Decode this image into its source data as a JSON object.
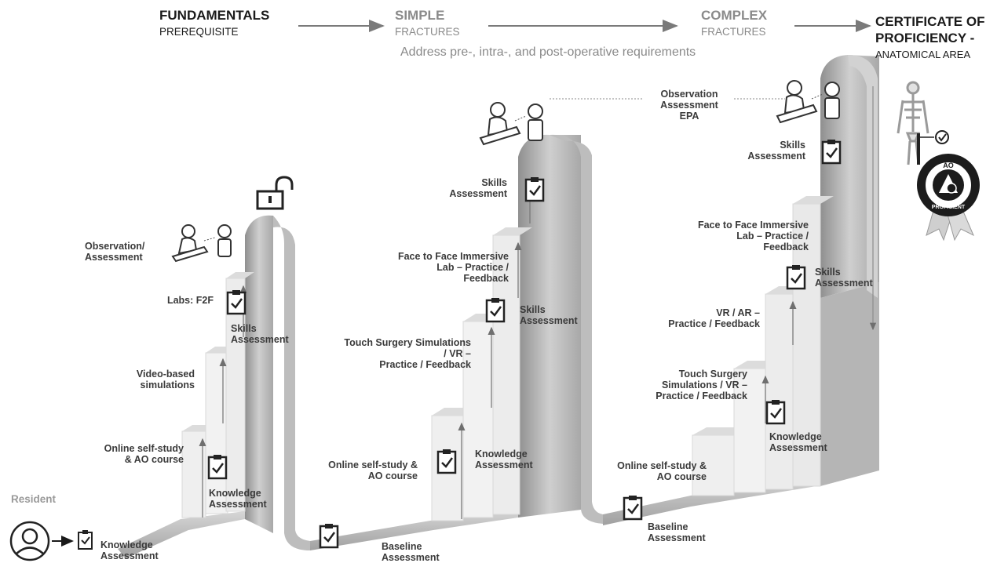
{
  "header": {
    "fundamentals": {
      "title": "FUNDAMENTALS",
      "subtitle": "PREREQUISITE"
    },
    "simple": {
      "title": "SIMPLE",
      "subtitle": "FRACTURES"
    },
    "complex": {
      "title": "COMPLEX",
      "subtitle": "FRACTURES"
    },
    "certificate": {
      "title_line1": "CERTIFICATE OF",
      "title_line2": "PROFICIENCY -",
      "subtitle": "ANATOMICAL AREA"
    },
    "address_note": "Address pre-, intra-, and post-operative requirements"
  },
  "resident": {
    "label": "Resident"
  },
  "start": {
    "line1": "Knowledge",
    "line2": "Assessment"
  },
  "fundamentals": {
    "step_online": {
      "line1": "Online self-study",
      "line2": "& AO course"
    },
    "step_video": {
      "line1": "Video-based",
      "line2": "simulations"
    },
    "step_labs": {
      "line1": "Labs: F2F"
    },
    "knowledge": {
      "line1": "Knowledge",
      "line2": "Assessment"
    },
    "skills": {
      "line1": "Skills",
      "line2": "Assessment"
    },
    "observation": {
      "line1": "Observation/",
      "line2": "Assessment"
    }
  },
  "simple": {
    "baseline": {
      "line1": "Baseline",
      "line2": "Assessment"
    },
    "step_online": {
      "line1": "Online self-study &",
      "line2": "AO course"
    },
    "knowledge": {
      "line1": "Knowledge",
      "line2": "Assessment"
    },
    "step_touch": {
      "line1": "Touch Surgery Simulations",
      "line2": "/ VR –",
      "line3": "Practice / Feedback"
    },
    "skills_mid": {
      "line1": "Skills",
      "line2": "Assessment"
    },
    "step_f2f": {
      "line1": "Face to Face Immersive",
      "line2": "Lab – Practice /",
      "line3": "Feedback"
    },
    "skills_top": {
      "line1": "Skills",
      "line2": "Assessment"
    }
  },
  "complex": {
    "baseline": {
      "line1": "Baseline",
      "line2": "Assessment"
    },
    "step_online": {
      "line1": "Online self-study &",
      "line2": "AO course"
    },
    "knowledge": {
      "line1": "Knowledge",
      "line2": "Assessment"
    },
    "step_touch": {
      "line1": "Touch Surgery",
      "line2": "Simulations / VR –",
      "line3": "Practice / Feedback"
    },
    "step_vr": {
      "line1": "VR / AR –",
      "line2": "Practice / Feedback"
    },
    "skills_mid": {
      "line1": "Skills",
      "line2": "Assessment"
    },
    "step_f2f": {
      "line1": "Face to Face Immersive",
      "line2": "Lab – Practice /",
      "line3": "Feedback"
    },
    "skills_top": {
      "line1": "Skills",
      "line2": "Assessment"
    },
    "observation": {
      "line1": "Observation",
      "line2": "Assessment",
      "line3": "EPA"
    }
  },
  "badge": {
    "top": "AO",
    "bottom": "PROFICIENT"
  },
  "colors": {
    "ribbon": "#c4c4c4",
    "ribbon_dark": "#9e9e9e",
    "step_face": "#efefef",
    "step_top": "#dcdcdc",
    "text": "#3a3a3a",
    "header_arrow": "#7a7a7a"
  }
}
